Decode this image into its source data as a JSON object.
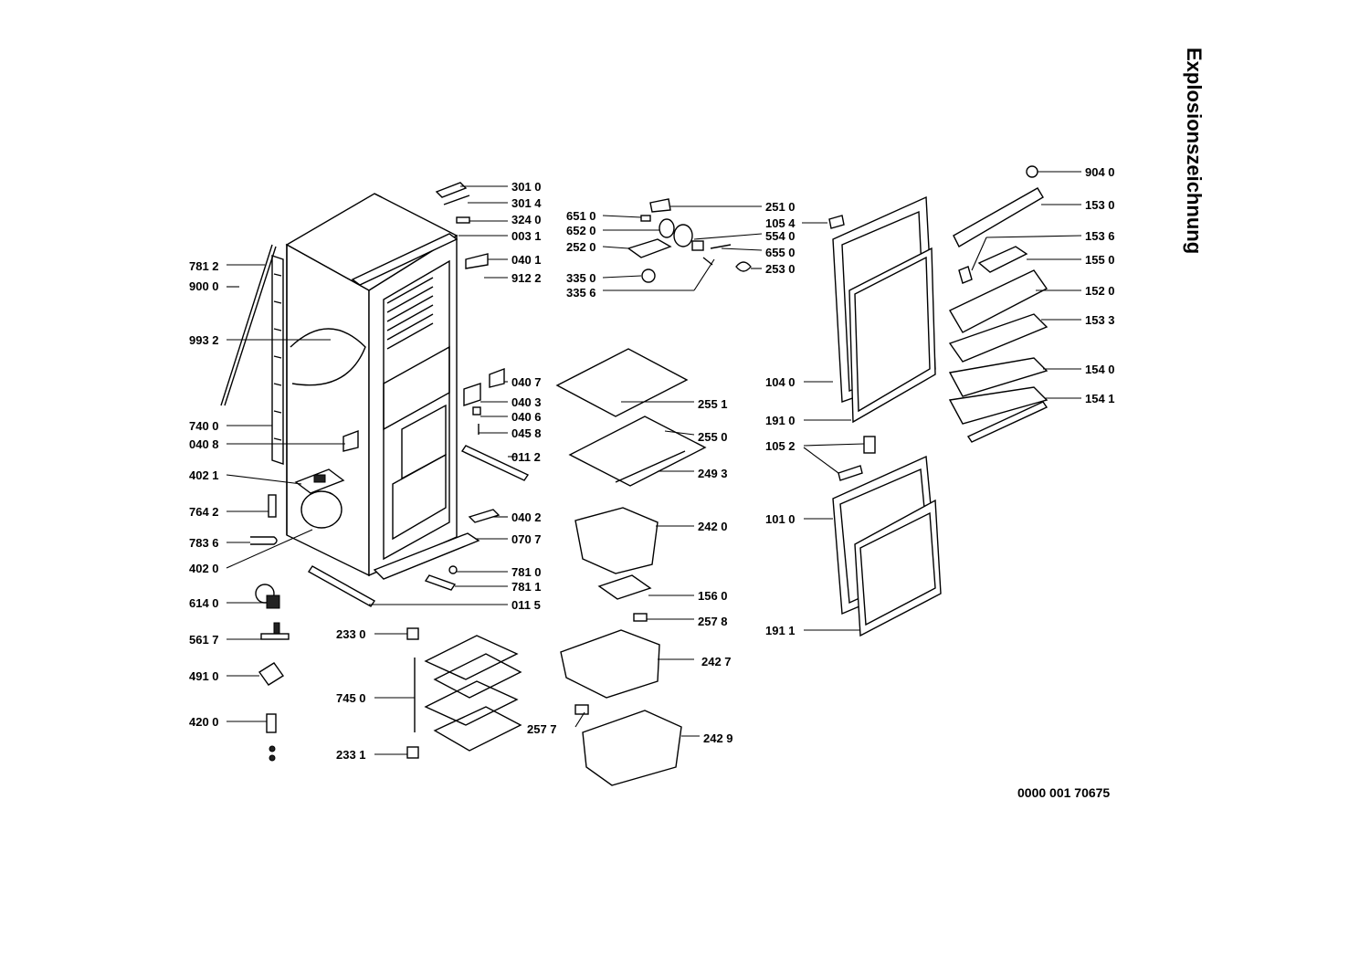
{
  "title": "Explosionszeichnung",
  "document_number": "0000 001 70675",
  "labels": [
    {
      "id": "301-0",
      "text": "301 0"
    },
    {
      "id": "301-4",
      "text": "301 4"
    },
    {
      "id": "324-0",
      "text": "324 0"
    },
    {
      "id": "003-1",
      "text": "003 1"
    },
    {
      "id": "040-1",
      "text": "040 1"
    },
    {
      "id": "912-2",
      "text": "912 2"
    },
    {
      "id": "781-2",
      "text": "781 2"
    },
    {
      "id": "900-0",
      "text": "900 0"
    },
    {
      "id": "993-2",
      "text": "993 2"
    },
    {
      "id": "740-0",
      "text": "740 0"
    },
    {
      "id": "040-8",
      "text": "040 8"
    },
    {
      "id": "402-1",
      "text": "402 1"
    },
    {
      "id": "764-2",
      "text": "764 2"
    },
    {
      "id": "783-6",
      "text": "783 6"
    },
    {
      "id": "402-0",
      "text": "402 0"
    },
    {
      "id": "614-0",
      "text": "614 0"
    },
    {
      "id": "561-7",
      "text": "561 7"
    },
    {
      "id": "491-0",
      "text": "491 0"
    },
    {
      "id": "420-0",
      "text": "420 0"
    },
    {
      "id": "040-7",
      "text": "040 7"
    },
    {
      "id": "040-3",
      "text": "040 3"
    },
    {
      "id": "040-6",
      "text": "040 6"
    },
    {
      "id": "045-8",
      "text": "045 8"
    },
    {
      "id": "011-2",
      "text": "011 2"
    },
    {
      "id": "040-2",
      "text": "040 2"
    },
    {
      "id": "070-7",
      "text": "070 7"
    },
    {
      "id": "781-0",
      "text": "781 0"
    },
    {
      "id": "781-1",
      "text": "781 1"
    },
    {
      "id": "011-5",
      "text": "011 5"
    },
    {
      "id": "233-0",
      "text": "233 0"
    },
    {
      "id": "745-0",
      "text": "745 0"
    },
    {
      "id": "233-1",
      "text": "233 1"
    },
    {
      "id": "651-0",
      "text": "651 0"
    },
    {
      "id": "652-0",
      "text": "652 0"
    },
    {
      "id": "252-0",
      "text": "252 0"
    },
    {
      "id": "335-0",
      "text": "335 0"
    },
    {
      "id": "335-6",
      "text": "335 6"
    },
    {
      "id": "251-0",
      "text": "251 0"
    },
    {
      "id": "105-4",
      "text": "105 4"
    },
    {
      "id": "554-0",
      "text": "554 0"
    },
    {
      "id": "655-0",
      "text": "655 0"
    },
    {
      "id": "253-0",
      "text": "253 0"
    },
    {
      "id": "255-1",
      "text": "255 1"
    },
    {
      "id": "255-0",
      "text": "255 0"
    },
    {
      "id": "249-3",
      "text": "249 3"
    },
    {
      "id": "242-0",
      "text": "242 0"
    },
    {
      "id": "156-0",
      "text": "156 0"
    },
    {
      "id": "257-8",
      "text": "257 8"
    },
    {
      "id": "242-7",
      "text": "242 7"
    },
    {
      "id": "257-7",
      "text": "257 7"
    },
    {
      "id": "242-9",
      "text": "242 9"
    },
    {
      "id": "104-0",
      "text": "104 0"
    },
    {
      "id": "191-0",
      "text": "191 0"
    },
    {
      "id": "105-2",
      "text": "105 2"
    },
    {
      "id": "101-0",
      "text": "101 0"
    },
    {
      "id": "191-1",
      "text": "191 1"
    },
    {
      "id": "904-0",
      "text": "904 0"
    },
    {
      "id": "153-0",
      "text": "153 0"
    },
    {
      "id": "153-6",
      "text": "153 6"
    },
    {
      "id": "155-0",
      "text": "155 0"
    },
    {
      "id": "152-0",
      "text": "152 0"
    },
    {
      "id": "153-3",
      "text": "153 3"
    },
    {
      "id": "154-0",
      "text": "154 0"
    },
    {
      "id": "154-1",
      "text": "154 1"
    }
  ]
}
